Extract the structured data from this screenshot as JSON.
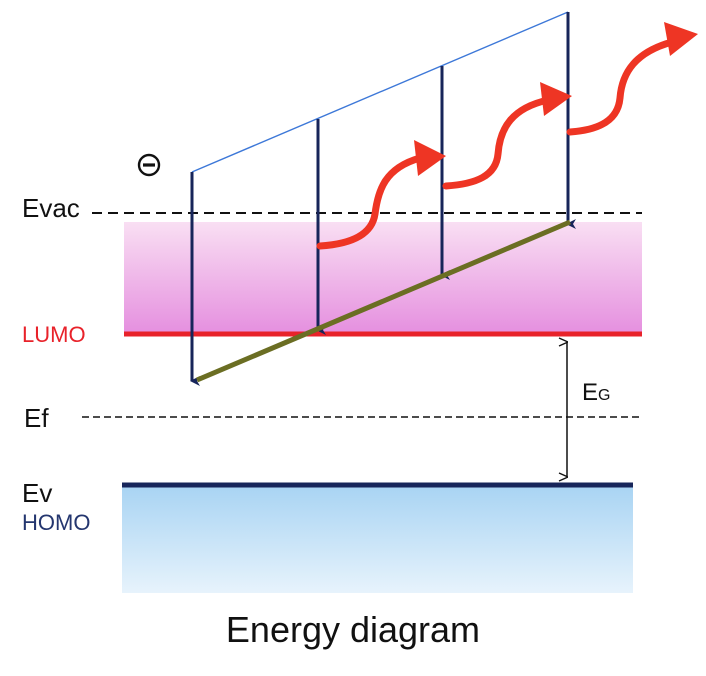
{
  "diagram": {
    "caption": "Energy diagram",
    "labels": {
      "evac": "Evac",
      "lumo": "LUMO",
      "ef": "Ef",
      "ev": "Ev",
      "homo": "HOMO",
      "eg_main": "E",
      "eg_sub": "G"
    },
    "colors": {
      "lumo": "#e8222a",
      "homo": "#24366f",
      "photon": "#ee3524",
      "arrow": "#17255a",
      "slope_line": "#6b6e23",
      "vacuum_line": "#3d78d8",
      "band_top_pink": "#f9dff3",
      "band_bottom_pink": "#e58fdf",
      "band_top_blue": "#a9d4f3",
      "band_bottom_blue": "#e7f3fc"
    },
    "icons": {
      "electron": "minus-circle-icon"
    }
  }
}
